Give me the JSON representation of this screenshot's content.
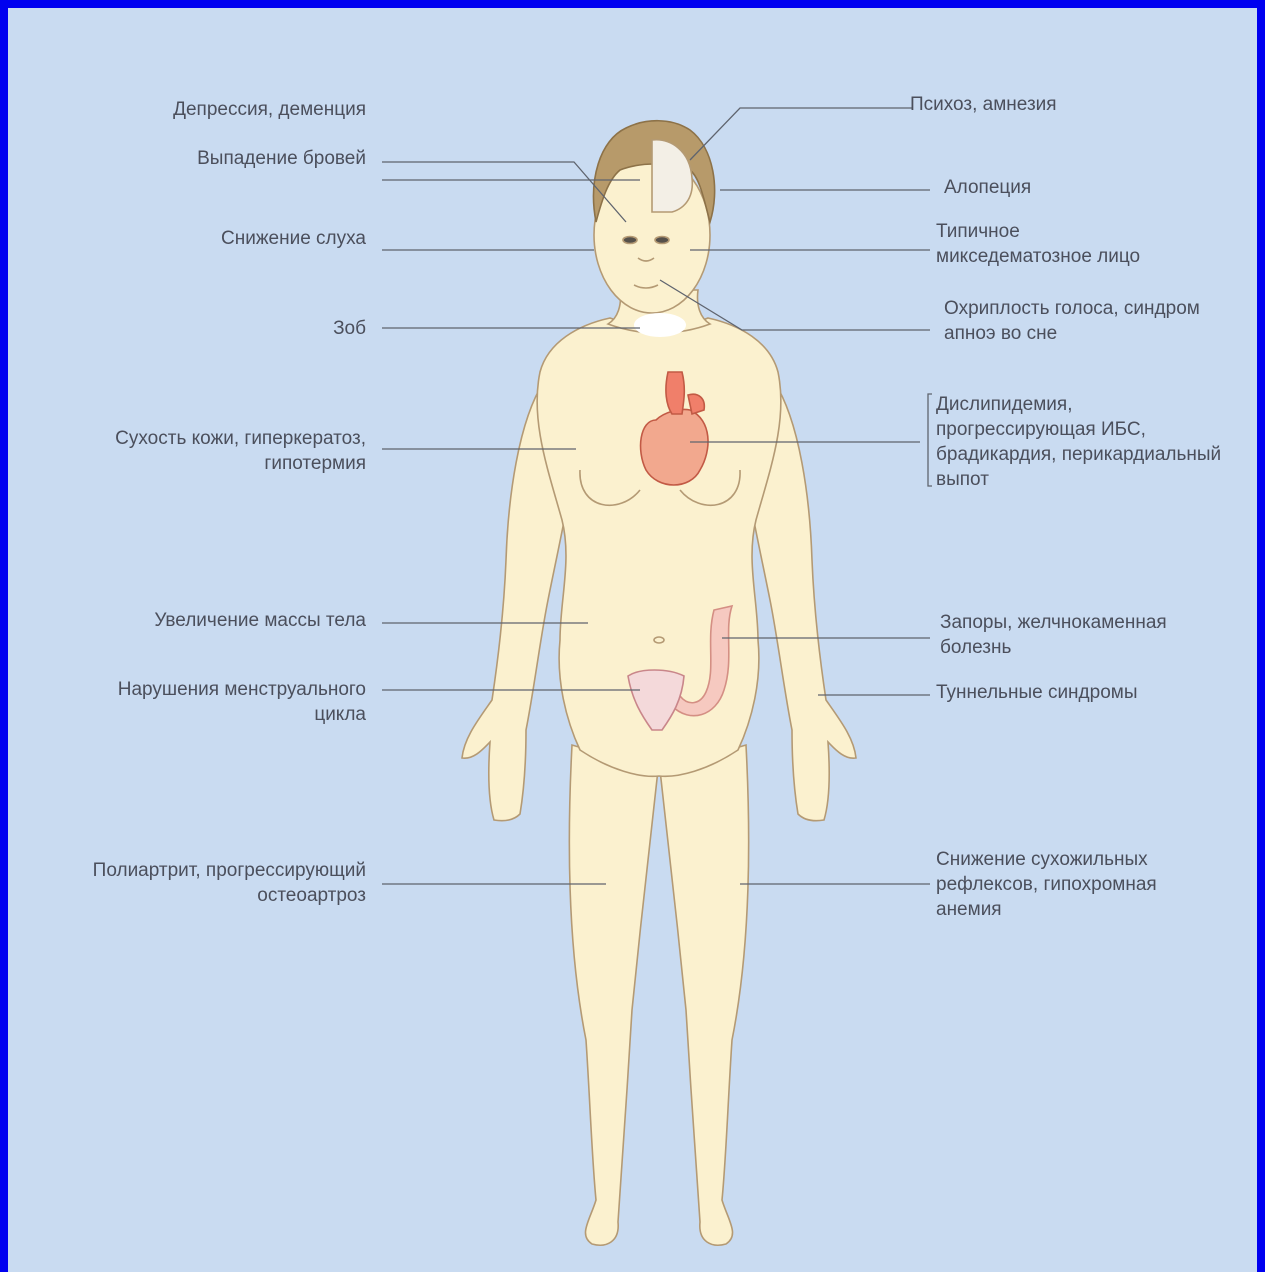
{
  "colors": {
    "frame": "#0000f0",
    "background": "#c9dbf1",
    "skin": "#fbf1cf",
    "skin_outline": "#b49a74",
    "leader_line": "#5f646e",
    "label_text": "#4b4f5c"
  },
  "labels_left": [
    {
      "id": "depression",
      "text": "Депрессия, деменция"
    },
    {
      "id": "eyebrows",
      "text": "Выпадение бровей"
    },
    {
      "id": "hearing",
      "text": "Снижение слуха"
    },
    {
      "id": "goiter",
      "text": "Зоб"
    },
    {
      "id": "skin",
      "text": "Сухость кожи, гиперкератоз,\nгипотермия"
    },
    {
      "id": "weight",
      "text": "Увеличение массы тела"
    },
    {
      "id": "menstrual",
      "text": "Нарушения менструального\nцикла"
    },
    {
      "id": "polyarthritis",
      "text": "Полиартрит, прогрессирующий\nостеоартроз"
    }
  ],
  "labels_right": [
    {
      "id": "psychosis",
      "text": "Психоз, амнезия"
    },
    {
      "id": "alopecia",
      "text": "Алопеция"
    },
    {
      "id": "face",
      "text": "Типичное\nмикседематозное лицо"
    },
    {
      "id": "voice",
      "text": "Охриплость голоса, синдром\nапноэ во сне"
    },
    {
      "id": "heart",
      "text": "Дислипидемия,\nпрогрессирующая ИБС,\nбрадикардия, перикардиальный\nвыпот"
    },
    {
      "id": "constipation",
      "text": "Запоры, желчнокаменная\nболезнь"
    },
    {
      "id": "tunnel",
      "text": "Туннельные синдромы"
    },
    {
      "id": "reflexes",
      "text": "Снижение сухожильных\nрефлексов, гипохромная\nанемия"
    }
  ]
}
